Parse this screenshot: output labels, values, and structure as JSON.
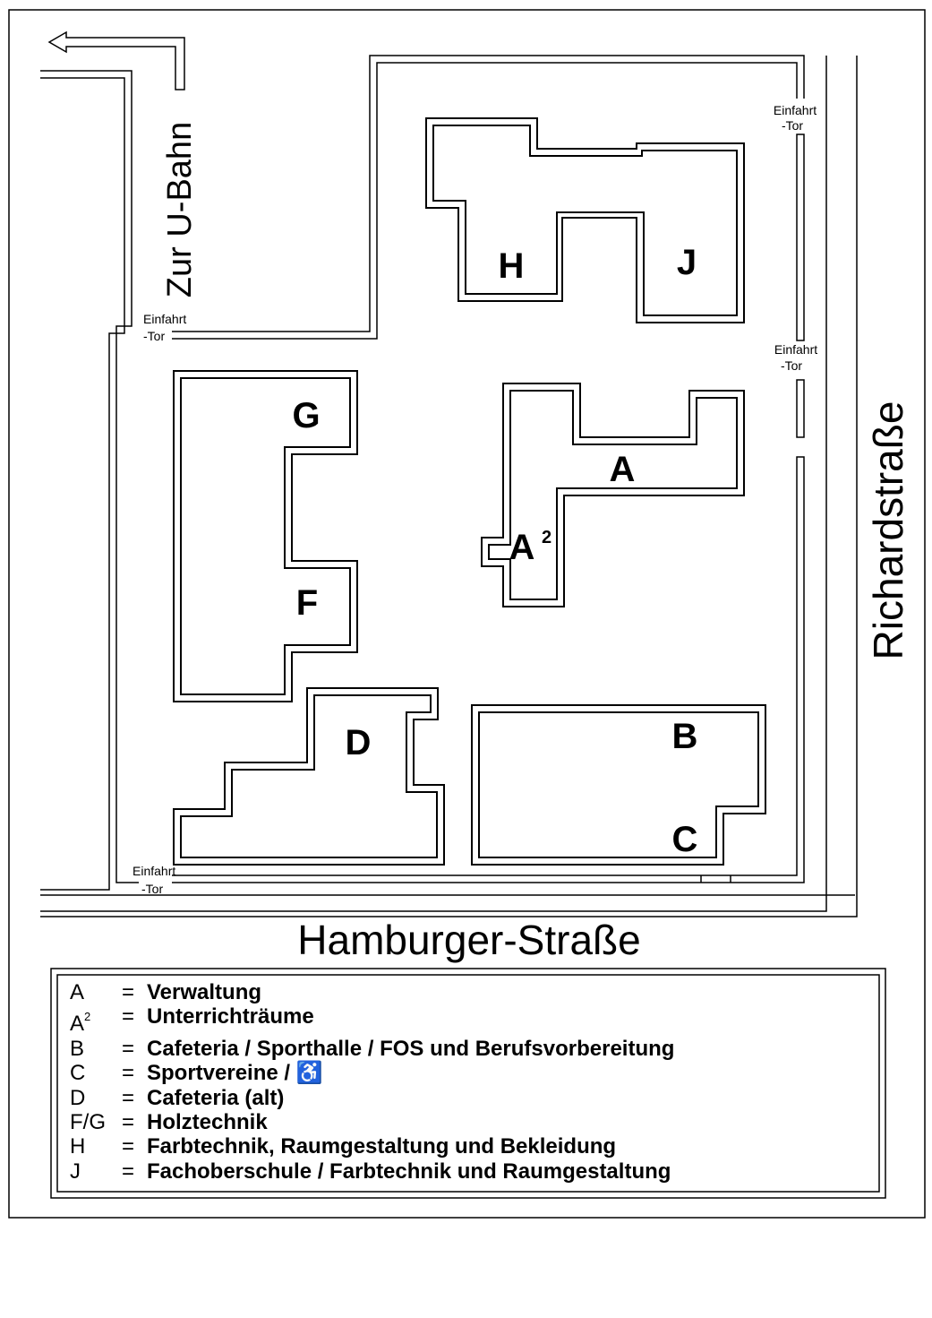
{
  "streets": {
    "bottom": "Hamburger-Straße",
    "right": "Richardstraße",
    "ubahn": "Zur U-Bahn"
  },
  "gates": {
    "line1": "Einfahrt",
    "line2": "-Tor"
  },
  "buildings": {
    "A": "A",
    "A2_base": "A",
    "A2_sup": "2",
    "B": "B",
    "C": "C",
    "D": "D",
    "F": "F",
    "G": "G",
    "H": "H",
    "J": "J"
  },
  "legend": [
    {
      "key": "A",
      "sup": "",
      "desc": "Verwaltung"
    },
    {
      "key": "A",
      "sup": "2",
      "desc": "Unterrichträume"
    },
    {
      "key": "B",
      "sup": "",
      "desc": "Cafeteria / Sporthalle / FOS und Berufsvorbereitung"
    },
    {
      "key": "C",
      "sup": "",
      "desc": "Sportvereine / ♿"
    },
    {
      "key": "D",
      "sup": "",
      "desc": "Cafeteria (alt)"
    },
    {
      "key": "F/G",
      "sup": "",
      "desc": "Holztechnik"
    },
    {
      "key": "H",
      "sup": "",
      "desc": "Farbtechnik, Raumgestaltung und Bekleidung"
    },
    {
      "key": "J",
      "sup": "",
      "desc": "Fachoberschule / Farbtechnik und Raumgestaltung"
    }
  ],
  "legend_eq": "="
}
